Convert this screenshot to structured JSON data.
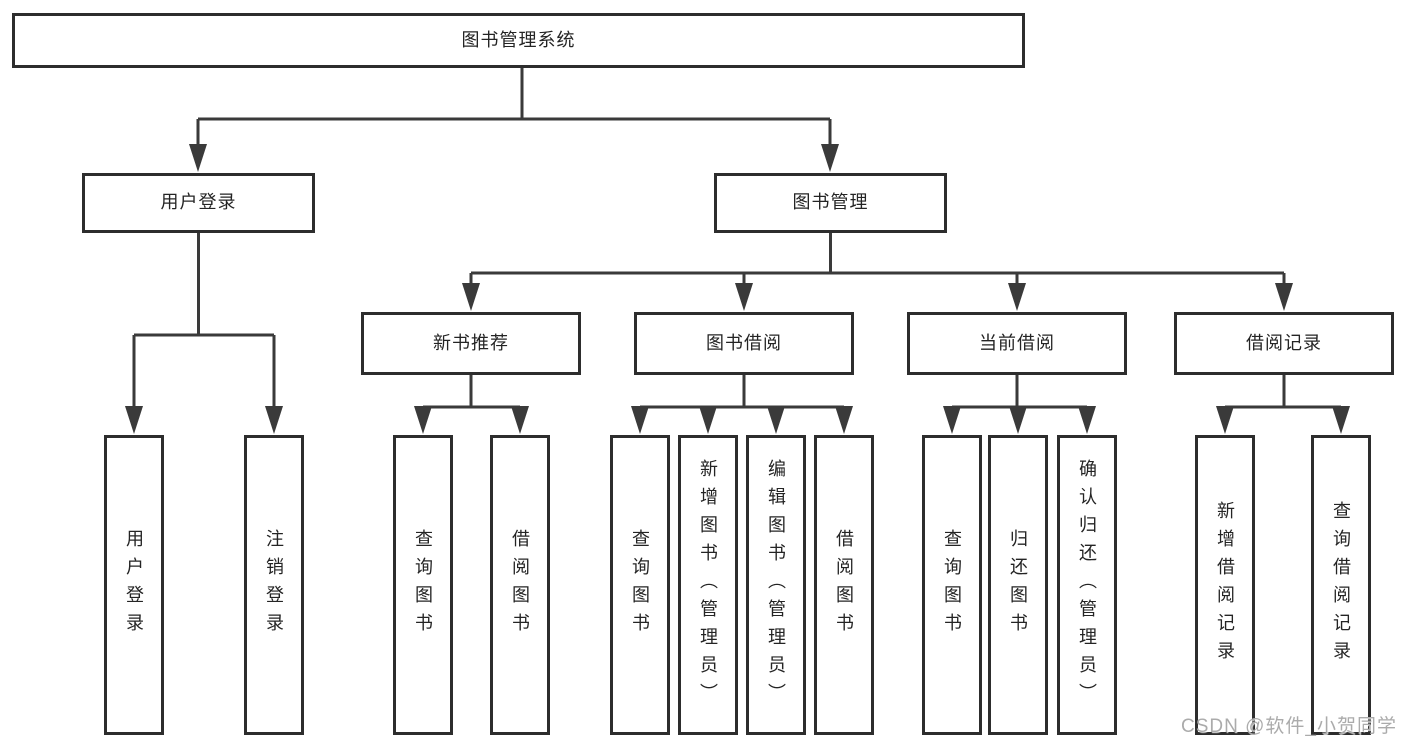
{
  "diagram": {
    "type": "hierarchy-flowchart",
    "watermark": "CSDN @软件_小贺同学",
    "colors": {
      "background": "#ffffff",
      "box_border": "#2d2d2d",
      "box_fill": "#ffffff",
      "line": "#3a3a3a",
      "text": "#242424",
      "watermark": "#ababab"
    },
    "nodes": [
      {
        "id": "root",
        "label": "图书管理系统",
        "parent": null,
        "level": 1
      },
      {
        "id": "user-login",
        "label": "用户登录",
        "parent": "root",
        "level": 2
      },
      {
        "id": "book-mgmt",
        "label": "图书管理",
        "parent": "root",
        "level": 2
      },
      {
        "id": "login-leaf",
        "label": "用户登录",
        "parent": "user-login",
        "level": 3
      },
      {
        "id": "logout-leaf",
        "label": "注销登录",
        "parent": "user-login",
        "level": 3
      },
      {
        "id": "new-book",
        "label": "新书推荐",
        "parent": "book-mgmt",
        "level": 3
      },
      {
        "id": "book-borrow",
        "label": "图书借阅",
        "parent": "book-mgmt",
        "level": 3
      },
      {
        "id": "current-borrow",
        "label": "当前借阅",
        "parent": "book-mgmt",
        "level": 3
      },
      {
        "id": "borrow-record",
        "label": "借阅记录",
        "parent": "book-mgmt",
        "level": 3
      },
      {
        "id": "nb-query",
        "label": "查询图书",
        "parent": "new-book",
        "level": 4
      },
      {
        "id": "nb-borrow",
        "label": "借阅图书",
        "parent": "new-book",
        "level": 4
      },
      {
        "id": "bb-query",
        "label": "查询图书",
        "parent": "book-borrow",
        "level": 4
      },
      {
        "id": "bb-add",
        "label": "新增图书（管理员）",
        "parent": "book-borrow",
        "level": 4
      },
      {
        "id": "bb-edit",
        "label": "编辑图书（管理员）",
        "parent": "book-borrow",
        "level": 4
      },
      {
        "id": "bb-borrow",
        "label": "借阅图书",
        "parent": "book-borrow",
        "level": 4
      },
      {
        "id": "cb-query",
        "label": "查询图书",
        "parent": "current-borrow",
        "level": 4
      },
      {
        "id": "cb-return",
        "label": "归还图书",
        "parent": "current-borrow",
        "level": 4
      },
      {
        "id": "cb-confirm",
        "label": "确认归还（管理员）",
        "parent": "current-borrow",
        "level": 4
      },
      {
        "id": "br-add",
        "label": "新增借阅记录",
        "parent": "borrow-record",
        "level": 4
      },
      {
        "id": "br-query",
        "label": "查询借阅记录",
        "parent": "borrow-record",
        "level": 4
      }
    ]
  }
}
